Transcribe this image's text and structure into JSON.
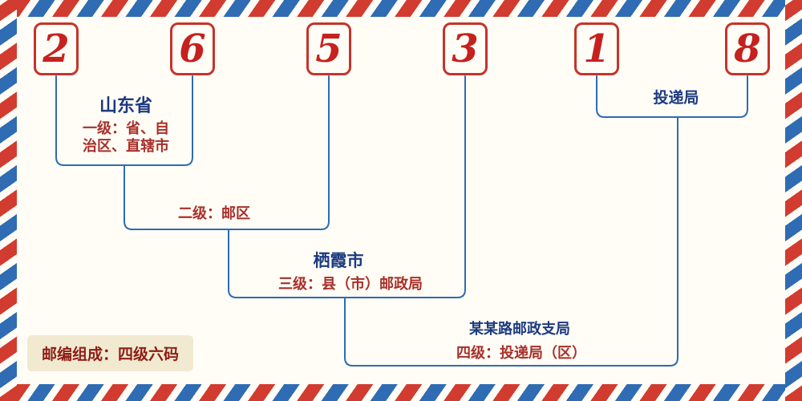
{
  "postal_code": {
    "digits": [
      "2",
      "6",
      "5",
      "3",
      "1",
      "8"
    ]
  },
  "annotations": {
    "level1": {
      "region": "山东省",
      "desc_line1": "一级：省、自",
      "desc_line2": "治区、直辖市"
    },
    "level2": {
      "desc": "二级：邮区"
    },
    "level3": {
      "region": "栖霞市",
      "desc": "三级：县（市）邮政局"
    },
    "level4": {
      "branch": "某某路邮政支局",
      "desc": "四级：投递局（区）"
    },
    "delivery_office": "投递局"
  },
  "footer": {
    "note": "邮编组成：四级六码"
  },
  "colors": {
    "digit_red": "#c5211f",
    "digit_border_red": "#c5342b",
    "line_blue": "#2d6bb5",
    "navy_text": "#1c3a80",
    "red_text": "#a8302a",
    "stripe_red": "#d23b2f",
    "stripe_blue": "#2f6cb3",
    "note_bg": "#f1ead0",
    "note_text": "#8e1c16",
    "background": "#fffdf6"
  }
}
